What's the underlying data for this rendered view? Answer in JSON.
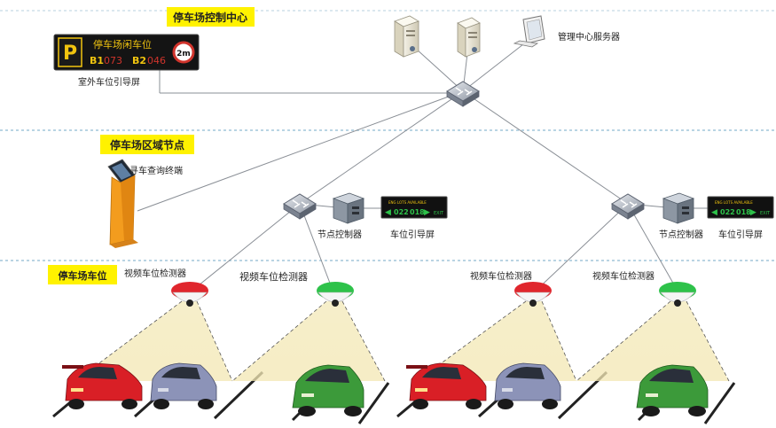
{
  "zones": {
    "control_center": "停车场控制中心",
    "area_node": "停车场区域节点",
    "parking_space": "停车场车位"
  },
  "outdoor_screen": {
    "title": "停车场闲车位",
    "floor1_label": "B1",
    "floor1_value": "073",
    "floor2_label": "B2",
    "floor2_value": "046",
    "height_limit": "2m",
    "caption": "室外车位引导屏"
  },
  "server_caption": "管理中心服务器",
  "kiosk_caption": "寻车查询终端",
  "nodes": [
    {
      "controller_caption": "节点控制器",
      "screen_caption": "车位引导屏",
      "screen_header": "ENG LOTS AVAILABLE",
      "screen_left": "022",
      "screen_right": "018",
      "screen_exit": "EXIT",
      "detector_left_caption": "视频车位检测器",
      "detector_right_caption": "视频车位检测器"
    },
    {
      "controller_caption": "节点控制器",
      "screen_caption": "车位引导屏",
      "screen_header": "ENG LOTS AVAILABLE",
      "screen_left": "022",
      "screen_right": "018",
      "screen_exit": "EXIT",
      "detector_left_caption": "视频车位检测器",
      "detector_right_caption": "视频车位检测器"
    }
  ],
  "colors": {
    "zone_label_bg": "#fff200",
    "led_red": "#e0262d",
    "led_green": "#2ec24a",
    "screen_bg": "#111111",
    "car_red": "#d91f26",
    "car_blue": "#8c93b8",
    "car_green": "#3c9a3a",
    "kiosk_orange": "#f39c1e"
  }
}
